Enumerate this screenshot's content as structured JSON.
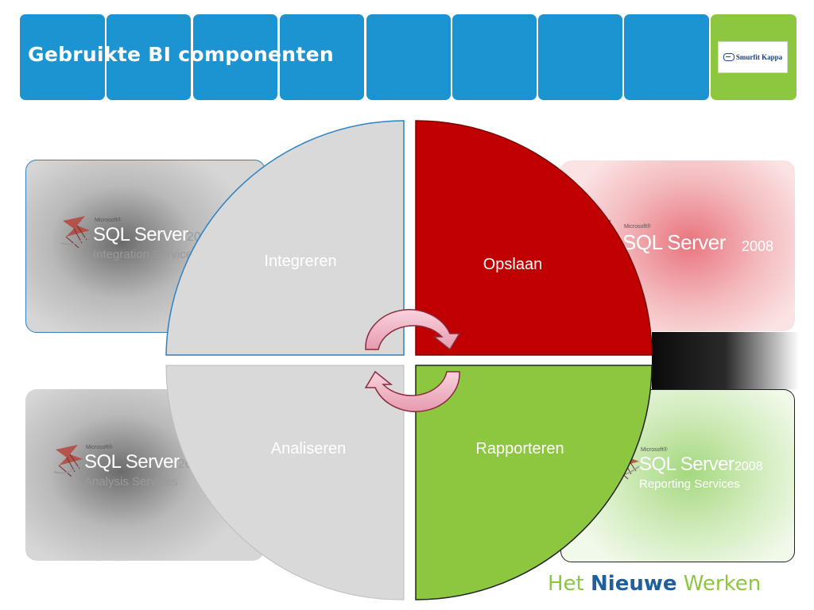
{
  "header": {
    "title": "Gebruikte BI componenten",
    "logo_text": "Smurfit Kappa",
    "blue": "#1d94d2",
    "green": "#8dc63f"
  },
  "cards": {
    "integration": {
      "microsoft": "Microsoft®",
      "product": "SQL Server",
      "version": "2008",
      "service": "Integration Services"
    },
    "database": {
      "microsoft": "Microsoft®",
      "product": "SQL Server",
      "version": "2008"
    },
    "analysis": {
      "microsoft": "Microsoft®",
      "product": "SQL Server",
      "version": "2008",
      "service": "Analysis Services"
    },
    "reporting": {
      "microsoft": "Microsoft®",
      "product": "SQL Server",
      "version": "2008",
      "service": "Reporting Services"
    }
  },
  "quadrants": {
    "integreren": {
      "label": "Integreren",
      "color": "#d9d9d9"
    },
    "opslaan": {
      "label": "Opslaan",
      "color": "#c00000"
    },
    "analiseren": {
      "label": "Analiseren",
      "color": "#d9d9d9"
    },
    "rapporteren": {
      "label": "Rapporteren",
      "color": "#8dc63f"
    }
  },
  "cycle_arrows": {
    "color": "#f2b8c6",
    "icon": "cycle-arrows-icon"
  },
  "footer": {
    "part1": "Het",
    "part2": "Nieuwe",
    "part3": "Werken"
  }
}
